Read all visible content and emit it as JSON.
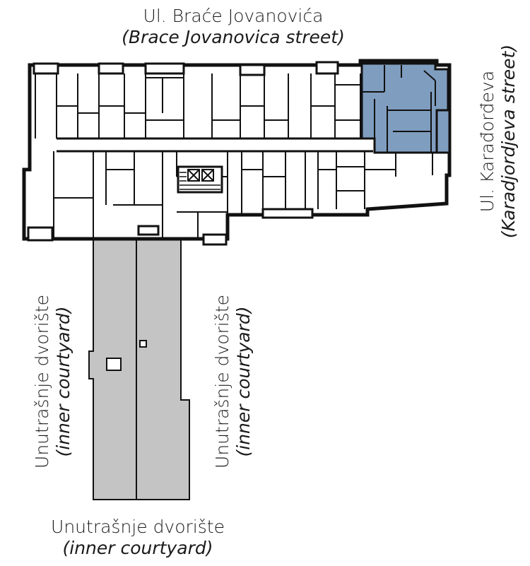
{
  "labels": {
    "top_street_local": "Ul. Braće Jovanovića",
    "top_street_en": "(Brace Jovanovica street)",
    "right_street_local": "Ul. Karađorđeva",
    "right_street_en": "(Karadjordjeva street)",
    "courtyard_left_local": "Unutrašnje dvorište",
    "courtyard_left_en": "(inner courtyard)",
    "courtyard_mid_local": "Unutrašnje dvorište",
    "courtyard_mid_en": "(inner courtyard)",
    "courtyard_bottom_local": "Unutrašnje dvorište",
    "courtyard_bottom_en": "(inner courtyard)"
  },
  "colors": {
    "highlight_unit": "#7f9dbf",
    "courtyard_fill": "#c4c4c4",
    "wall": "#111111"
  }
}
